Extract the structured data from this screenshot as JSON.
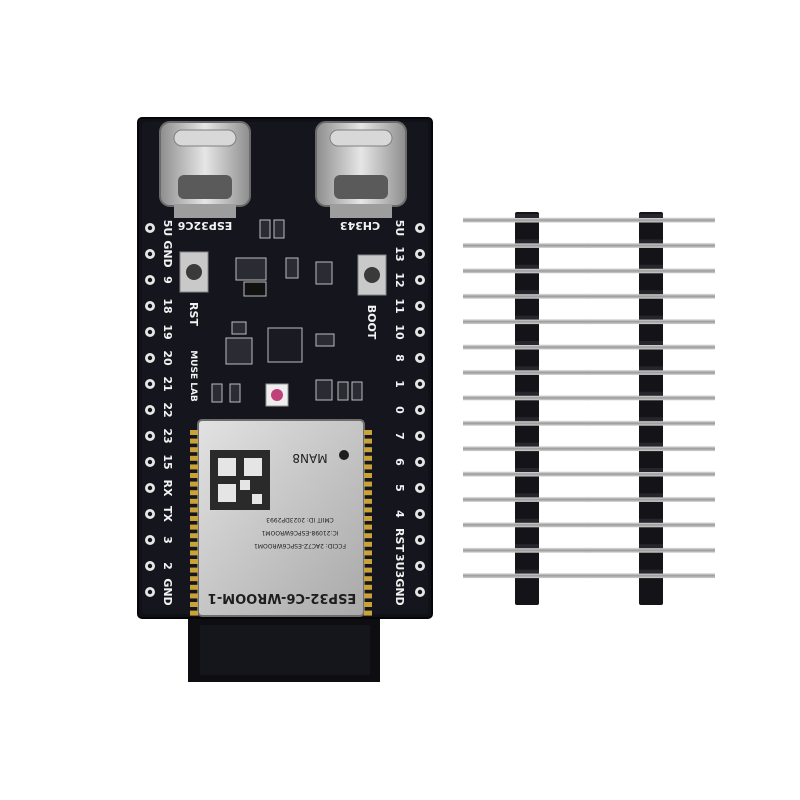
{
  "board": {
    "top_labels": {
      "left_usb": "ESP32C6",
      "right_usb": "CH343"
    },
    "left_pins": [
      "5U",
      "GND",
      "9",
      "18",
      "19",
      "20",
      "21",
      "22",
      "23",
      "15",
      "RX",
      "TX",
      "3",
      "2",
      "GND"
    ],
    "right_pins": [
      "5U",
      "13",
      "12",
      "11",
      "10",
      "8",
      "1",
      "0",
      "7",
      "6",
      "5",
      "4",
      "RST",
      "3U3",
      "GND"
    ],
    "buttons": {
      "reset": "RST",
      "boot": "BOOT"
    },
    "brand": "MUSE LAB",
    "module": {
      "name": "ESP32-C6-WROOM-1",
      "logo": "MAN8",
      "line1": "FCCID: 2AC7Z-ESPC6WROOM1",
      "line2": "IC:21098-ESPC6WROOM1",
      "line3": "CMIIT ID: 2023DP2993"
    }
  },
  "headers": {
    "count": 2,
    "pins_per_header": 15
  }
}
